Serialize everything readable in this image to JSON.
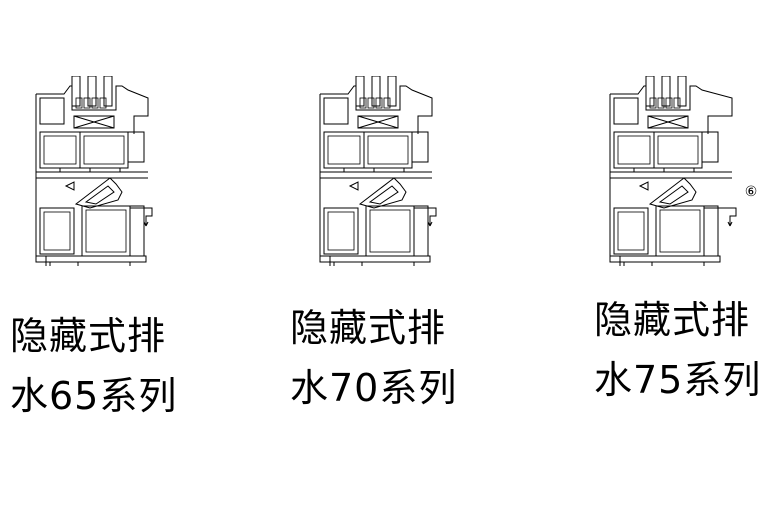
{
  "sections": [
    {
      "caption_line1": "隐藏式排",
      "caption_line2": "水65系列"
    },
    {
      "caption_line1": "隐藏式排",
      "caption_line2": "水70系列"
    },
    {
      "caption_line1": "隐藏式排",
      "caption_line2": "水75系列",
      "marker": "⑥"
    }
  ],
  "colors": {
    "line": "#000000",
    "background": "#ffffff"
  }
}
